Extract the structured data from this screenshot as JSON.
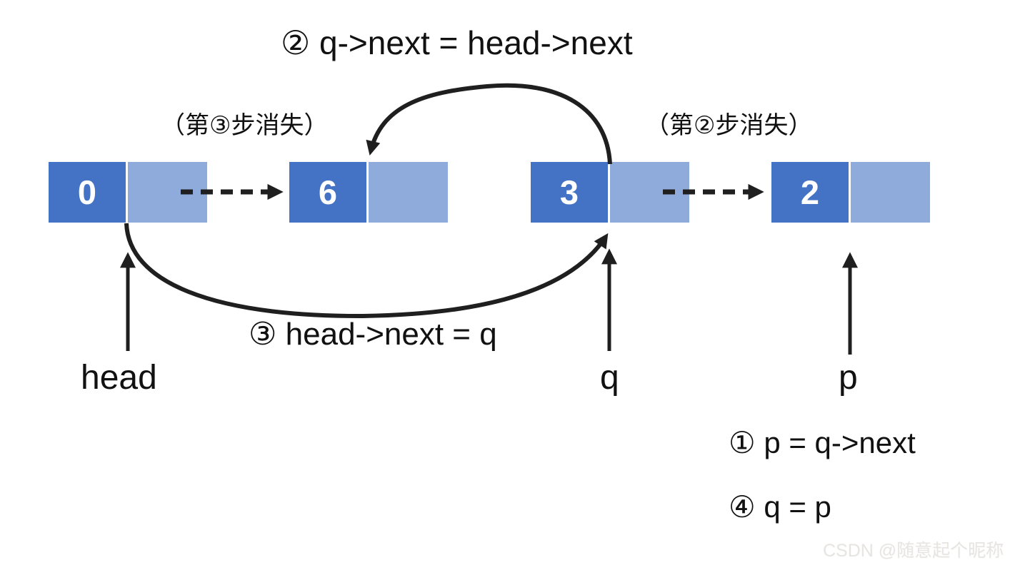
{
  "diagram": {
    "title": "② q->next = head->next",
    "annotations": {
      "vanish_step3": "（第③步消失）",
      "vanish_step2": "（第②步消失）",
      "op_step3": "③ head->next = q",
      "op_step1": "① p = q->next",
      "op_step4": "④ q = p"
    },
    "nodes": [
      {
        "value": "0"
      },
      {
        "value": "6"
      },
      {
        "value": "3"
      },
      {
        "value": "2"
      }
    ],
    "pointer_labels": {
      "head": "head",
      "q": "q",
      "p": "p"
    },
    "icons": {
      "solid_arrow": "arrowhead-icon",
      "dashed_arrow": "dashed-arrow-icon"
    },
    "colors": {
      "node_data_bg": "#4472c4",
      "node_next_bg": "#8fabdc",
      "node_value_text": "#ffffff",
      "arrow": "#1f1f1f",
      "text": "#111111",
      "watermark": "#e7e5e2"
    },
    "watermark": "CSDN @随意起个昵称"
  }
}
